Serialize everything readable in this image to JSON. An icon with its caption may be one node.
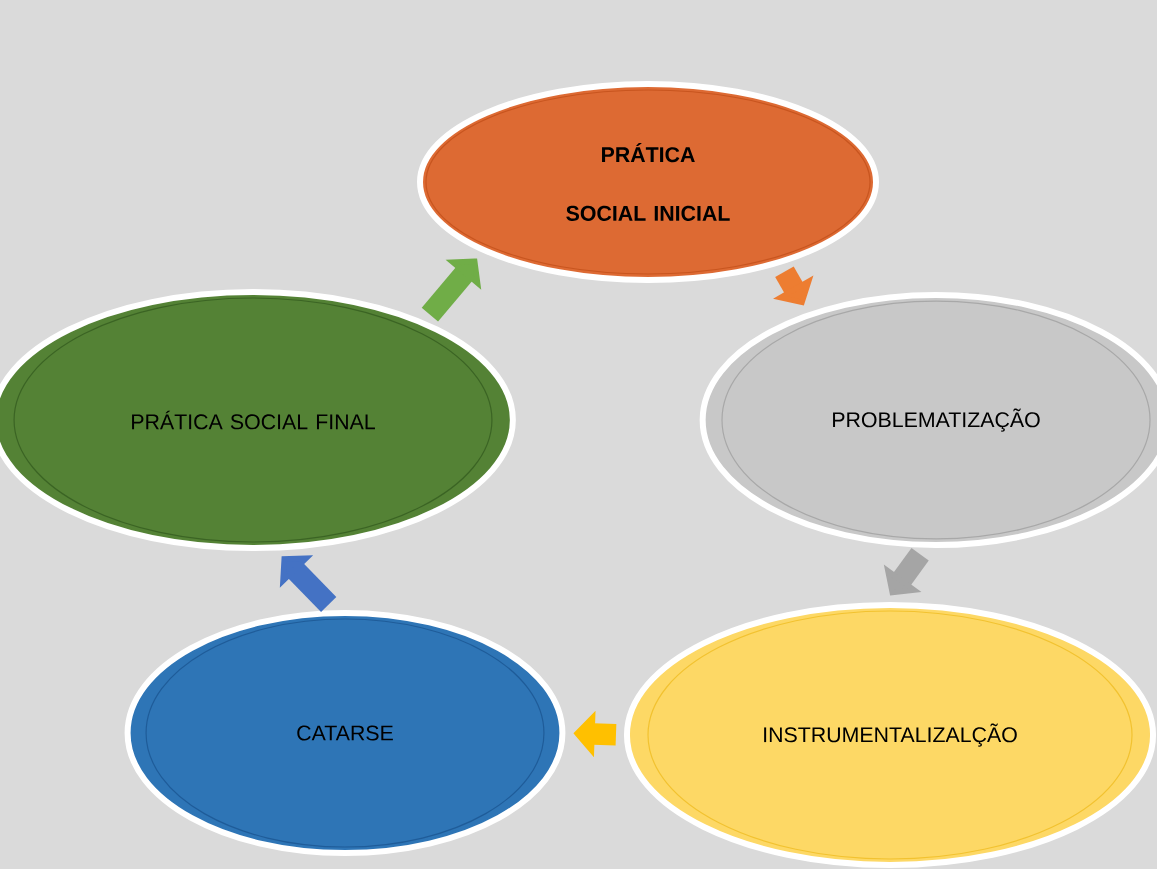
{
  "diagram": {
    "nodes": [
      {
        "text": [
          "PRÁTICA SOCIAL INICIAL"
        ]
      },
      {
        "text": [
          "PROBLEMATIZAÇÃO"
        ]
      },
      {
        "text": [
          "INSTRUMENTALIZALÇÃO"
        ]
      },
      {
        "text": [
          "CATARSE"
        ]
      },
      {
        "text": [
          "PRÁTICA SOCIAL FINAL"
        ]
      }
    ],
    "edges": [
      {
        "from": 0,
        "to": 1,
        "arrow": "to",
        "color": "#ed7d31"
      },
      {
        "from": 1,
        "to": 2,
        "arrow": "to",
        "color": "#a5a5a5"
      },
      {
        "from": 2,
        "to": 3,
        "arrow": "to",
        "color": "#ffc000"
      },
      {
        "from": 3,
        "to": 4,
        "arrow": "to",
        "color": "#4472c4"
      },
      {
        "from": 4,
        "to": 0,
        "arrow": "to",
        "color": "#70ad47"
      }
    ]
  }
}
